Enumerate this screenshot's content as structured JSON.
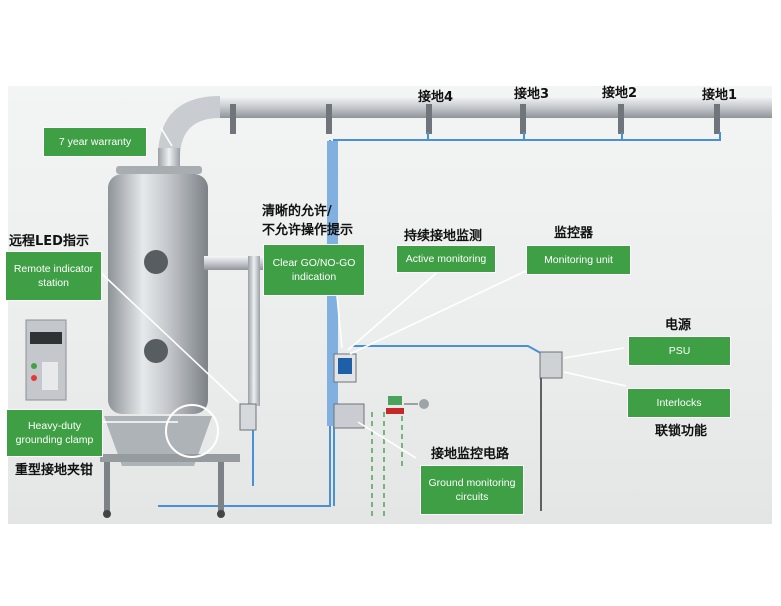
{
  "ground_points": [
    "接地4",
    "接地3",
    "接地2",
    "接地1"
  ],
  "boxes": {
    "warranty": "7 year warranty",
    "remote_indicator": "Remote indicator station",
    "clear_go": "Clear GO/NO-GO indication",
    "active_monitoring": "Active monitoring",
    "monitoring_unit": "Monitoring unit",
    "psu": "PSU",
    "interlocks": "Interlocks",
    "clamp": "Heavy-duty grounding clamp",
    "ground_circuits": "Ground monitoring circuits"
  },
  "labels": {
    "remote_indicator_cn": "远程LED指示",
    "clear_go_cn_line1": "清晰的允许/",
    "clear_go_cn_line2": "不允许操作提示",
    "active_monitoring_cn": "持续接地监测",
    "monitoring_unit_cn": "监控器",
    "psu_cn": "电源",
    "interlocks_cn": "联锁功能",
    "clamp_cn": "重型接地夹钳",
    "ground_circuits_cn": "接地监控电路"
  },
  "colors": {
    "box_green": "#3f9f45",
    "cable_blue": "#4a90d9",
    "steel": "#b8bcc0"
  }
}
